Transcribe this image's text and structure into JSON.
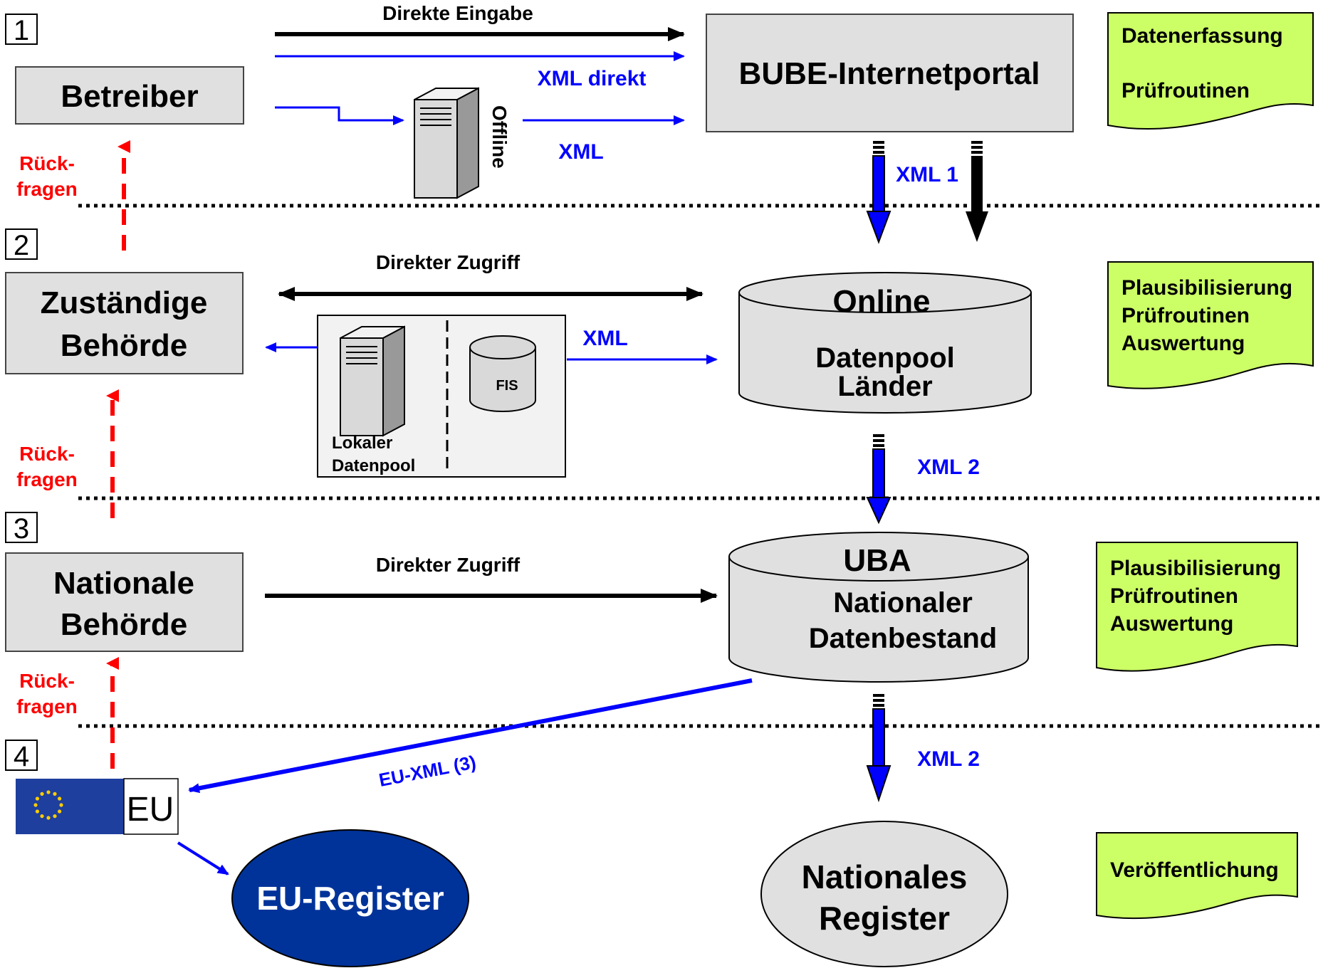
{
  "levels": [
    "1",
    "2",
    "3",
    "4"
  ],
  "actors": {
    "betreiber": "Betreiber",
    "zustaendige_1": "Zuständige",
    "zustaendige_2": "Behörde",
    "nationale_1": "Nationale",
    "nationale_2": "Behörde",
    "eu": "EU"
  },
  "systems": {
    "bube": "BUBE-Internetportal",
    "online": "Online",
    "datenpool_1": "Datenpool",
    "datenpool_2": "Länder",
    "uba": "UBA",
    "nationaler_1": "Nationaler",
    "nationaler_2": "Datenbestand",
    "fis": "FIS",
    "lokaler_1": "Lokaler",
    "lokaler_2": "Datenpool",
    "offline": "Offline",
    "eu_register": "EU-Register",
    "nationales_1": "Nationales",
    "nationales_2": "Register"
  },
  "flows": {
    "direkte_eingabe": "Direkte Eingabe",
    "xml_direkt": "XML direkt",
    "xml_offline": "XML",
    "xml_1": "XML 1",
    "direkter_zugriff_2": "Direkter Zugriff",
    "xml_fis": "XML",
    "xml_2_a": "XML 2",
    "direkter_zugriff_3": "Direkter Zugriff",
    "eu_xml": "EU-XML (3)",
    "xml_2_b": "XML 2"
  },
  "rueckfragen": {
    "line1": "Rück-",
    "line2": "fragen"
  },
  "notes": {
    "n1_a": "Datenerfassung",
    "n1_b": "Prüfroutinen",
    "n2_a": "Plausibilisierung",
    "n2_b": "Prüfroutinen",
    "n2_c": "Auswertung",
    "n3_a": "Plausibilisierung",
    "n3_b": "Prüfroutinen",
    "n3_c": "Auswertung",
    "n4_a": "Veröffentlichung"
  },
  "colors": {
    "box_fill": "#e0e0e0",
    "note_fill": "#ccff66",
    "flow_blue": "#0000ff",
    "feedback_red": "#ff0000",
    "eu_blue": "#003399"
  }
}
